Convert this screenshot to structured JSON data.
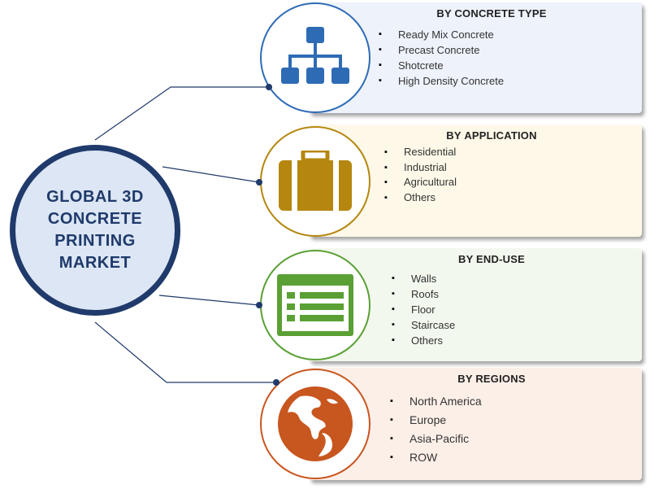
{
  "hub": {
    "title": "GLOBAL 3D CONCRETE PRINTING MARKET"
  },
  "segments": [
    {
      "heading_prefix": "BY ",
      "heading_main": "CONCRETE TYPE",
      "icon": "hierarchy-icon",
      "accent": "#2e6bb5",
      "card_bg": "#eef2fb",
      "items": [
        "Ready Mix Concrete",
        "Precast Concrete",
        "Shotcrete",
        "High Density Concrete"
      ]
    },
    {
      "heading_prefix": "BY ",
      "heading_main": "APPLICATION",
      "icon": "briefcase-icon",
      "accent": "#b5870f",
      "card_bg": "#fdf8e8",
      "items": [
        "Residential",
        "Industrial",
        "Agricultural",
        "Others"
      ]
    },
    {
      "heading_prefix": "",
      "heading_main": "BY END-USE",
      "icon": "list-window-icon",
      "accent": "#5aa034",
      "card_bg": "#f3f8ee",
      "items": [
        "Walls",
        "Roofs",
        "Floor",
        "Staircase",
        "Others"
      ]
    },
    {
      "heading_prefix": "",
      "heading_main": "BY REGIONS",
      "icon": "globe-icon",
      "accent": "#c8561f",
      "card_bg": "#fcefe8",
      "items": [
        "North America",
        "Europe",
        "Asia-Pacific",
        "ROW"
      ]
    }
  ]
}
